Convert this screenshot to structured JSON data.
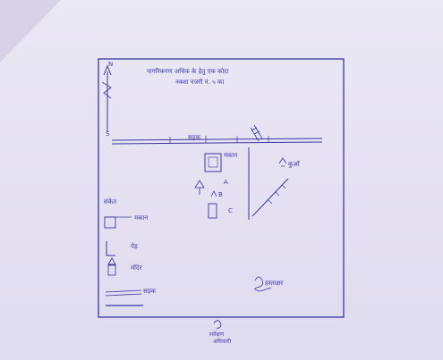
{
  "map": {
    "north_marker": "N",
    "south_marker": "S",
    "title_line_1": "नागरिकगण अधिक के हेतु एक कोटा",
    "title_line_2": "नक्शा नजरी नं. ५ का",
    "road_label": "सड़क",
    "box_label": "मकान",
    "cross_label": "कुआँ",
    "small_label_1": "A",
    "small_label_2": "B",
    "small_label_3": "C"
  },
  "legend": {
    "heading": "संकेत",
    "item_1": "मकान",
    "item_2": "पेड़",
    "item_3": "मंदिर",
    "item_4": "सड़क"
  },
  "signature": {
    "text": "हस्ताक्षर"
  },
  "stamp": {
    "line_1": "सर्वेक्षण",
    "line_2": "अधिकारी"
  },
  "colors": {
    "ink": "#3f3aa8",
    "paper": "#e4e0f2"
  }
}
